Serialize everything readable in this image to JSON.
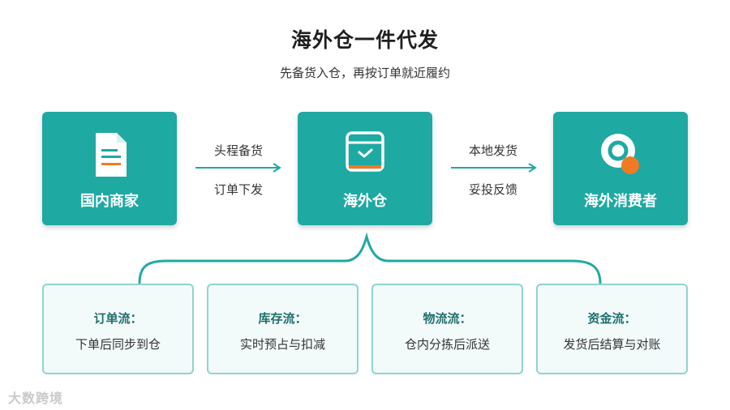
{
  "header": {
    "title": "海外仓一件代发",
    "subtitle": "先备货入仓，再按订单就近履约"
  },
  "nodes": [
    {
      "label": "国内商家",
      "icon": "document-icon"
    },
    {
      "label": "海外仓",
      "icon": "warehouse-box-icon"
    },
    {
      "label": "海外消费者",
      "icon": "consumer-location-icon"
    }
  ],
  "edges": [
    {
      "top_label": "头程备货",
      "bottom_label": "订单下发"
    },
    {
      "top_label": "本地发货",
      "bottom_label": "妥投反馈"
    }
  ],
  "flows": [
    {
      "title": "订单流：",
      "desc": "下单后同步到仓"
    },
    {
      "title": "库存流：",
      "desc": "实时预占与扣减"
    },
    {
      "title": "物流流：",
      "desc": "仓内分拣后派送"
    },
    {
      "title": "资金流：",
      "desc": "发货后结算与对账"
    }
  ],
  "watermark": "大数跨境",
  "colors": {
    "node_fill": "#1fa9a3",
    "accent_orange": "#f07b22",
    "card_border": "#8fd3cf",
    "card_fill": "#f3fbfa"
  }
}
